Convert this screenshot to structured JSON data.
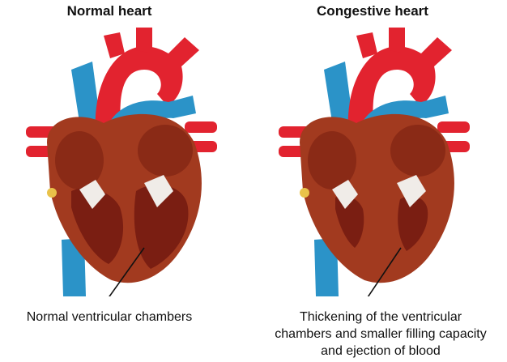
{
  "panels": [
    {
      "title": "Normal heart",
      "caption_lines": [
        "Normal ventricular chambers"
      ],
      "condition": "normal"
    },
    {
      "title": "Congestive heart",
      "caption_lines": [
        "Thickening of the ventricular",
        "chambers and smaller filling capacity",
        "and ejection of blood"
      ],
      "condition": "congestive"
    }
  ],
  "colors": {
    "artery_red": "#e2232f",
    "vein_blue": "#2b93c8",
    "muscle_brown": "#a23a1f",
    "chamber_dark": "#7a1e12",
    "valve_white": "#f0ece8",
    "fat_yellow": "#e9c24a"
  }
}
